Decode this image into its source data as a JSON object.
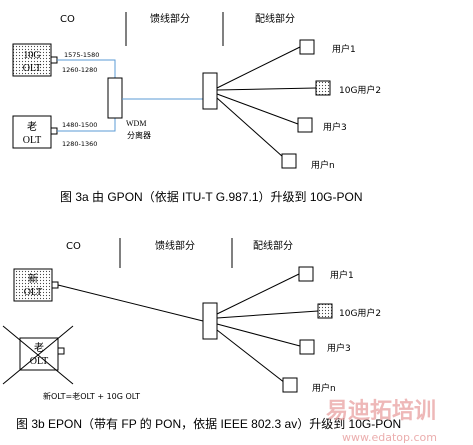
{
  "diagram_a": {
    "headers": {
      "co": "CO",
      "feeder": "馈线部分",
      "distribution": "配线部分"
    },
    "olt_10g": {
      "line1": "10G",
      "line2": "OLT"
    },
    "olt_old": {
      "line1": "老",
      "line2": "OLT"
    },
    "wavelengths": {
      "w1": "1575-1580",
      "w2": "1260-1280",
      "w3": "1480-1500",
      "w4": "1280-1360"
    },
    "wdm": {
      "line1": "WDM",
      "line2": "分离器"
    },
    "users": {
      "u1": "用户1",
      "u2": "10G用户2",
      "u3": "用户3",
      "un": "用户n"
    },
    "caption": "图 3a 由 GPON（依据 ITU-T G.987.1）升级到 10G-PON"
  },
  "diagram_b": {
    "headers": {
      "co": "CO",
      "feeder": "馈线部分",
      "distribution": "配线部分"
    },
    "olt_new": {
      "line1": "新",
      "line2": "OLT"
    },
    "olt_old": {
      "line1": "老",
      "line2": "OLT"
    },
    "note": "新OLT=老OLT + 10G OLT",
    "users": {
      "u1": "用户1",
      "u2": "10G用户2",
      "u3": "用户3",
      "un": "用户n"
    },
    "caption": "图 3b EPON（带有 FP 的 PON，依据 IEEE 802.3 av）升级到 10G-PON"
  },
  "watermark": {
    "text": "易迪拓培训",
    "url": "www.edatop.com"
  },
  "colors": {
    "line": "#000000",
    "blue_link": "#5b9bd5",
    "watermark_red": "#e8a0a0"
  }
}
